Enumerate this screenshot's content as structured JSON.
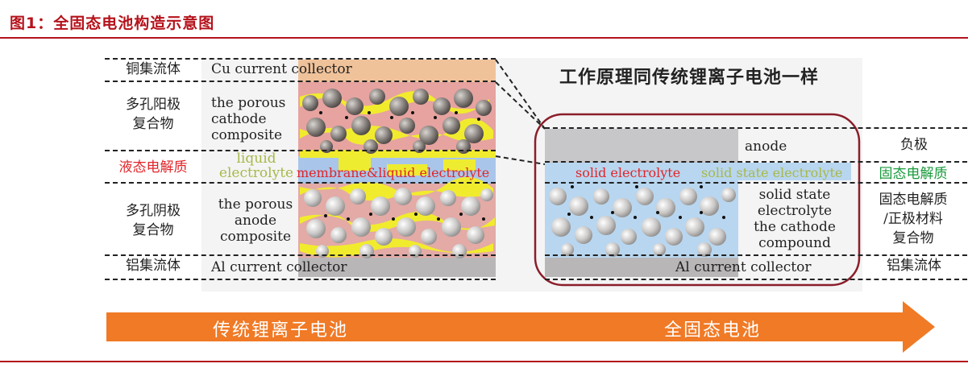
{
  "figure": {
    "title": "图1：全固态电池构造示意图",
    "subtitle": "工作原理同传统锂离子电池一样"
  },
  "left_labels": {
    "cu_collector": "铜集流体",
    "cathode_composite": "多孔阳极\n复合物",
    "liquid_electrolyte": "液态电解质",
    "anode_composite": "多孔阴极\n复合物",
    "al_collector": "铝集流体"
  },
  "traditional_cell": {
    "cu_collector": "Cu current collector",
    "cathode": "the porous\ncathode\ncomposite",
    "liquid": "liquid\nelectrolyte",
    "membrane": "membrane&liquid electrolyte",
    "anode": "the porous\nanode\ncomposite",
    "al_collector": "Al current collector"
  },
  "solid_cell": {
    "anode": "anode",
    "solid_electrolyte": "solid electrolyte",
    "solid_state_electrolyte": "solid state electrolyte",
    "cathode_compound": "solid state\nelectrolyte\nthe cathode\ncompound",
    "al_collector": "Al current collector"
  },
  "right_labels": {
    "anode": "负极",
    "solid_electrolyte": "固态电解质",
    "cathode_composite": "固态电解质\n/正极材料\n复合物",
    "al_collector": "铝集流体"
  },
  "arrow": {
    "left_text": "传统锂离子电池",
    "right_text": "全固态电池"
  },
  "colors": {
    "title_red": "#b5121b",
    "arrow_orange": "#f07a26",
    "cu_orange": "#f0c29a",
    "electrolyte_blue": "#b8d6ef",
    "collector_gray": "#b9b6b8",
    "frame_maroon": "#8b1e2a",
    "green_label": "#1a9a3c",
    "red_label": "#e0252a"
  }
}
